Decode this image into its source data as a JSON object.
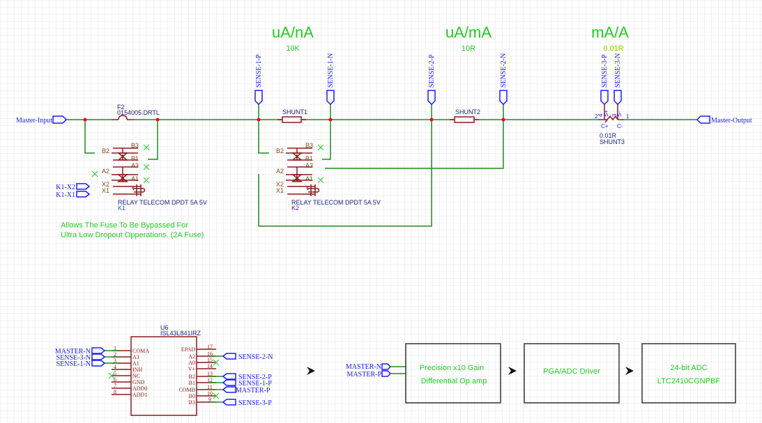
{
  "headers": [
    {
      "range": "uA/nA",
      "value": "10K"
    },
    {
      "range": "uA/mA",
      "value": "10R"
    },
    {
      "range": "mA/A",
      "value": "0.01R"
    }
  ],
  "nets": {
    "master_input": "Master-Input",
    "master_output": "Master-Output",
    "sense_1_p": "SENSE-1-P",
    "sense_1_n": "SENSE-1-N",
    "sense_2_p": "SENSE-2-P",
    "sense_2_n": "SENSE-2-N",
    "sense_3_p": "SENSE-3-P",
    "sense_3_n": "SENSE-3-N",
    "k1_x2": "K1-X2",
    "k1_x1": "K1-X1",
    "master_n": "MASTER-N",
    "master_p": "MASTER-P"
  },
  "fuse": {
    "ref": "F2",
    "part": "0154005.DRTL"
  },
  "shunts": {
    "s1": "SHUNT1",
    "s2": "SHUNT2",
    "s3_value": "0.01R",
    "s3": "SHUNT3",
    "s3_pins": {
      "p1": "1",
      "p2": "2",
      "p3": "3",
      "p4": "4",
      "cp": "C+",
      "cn": "C-",
      "sp": "S+",
      "sn": "S-"
    }
  },
  "relay": {
    "part": "RELAY TELECOM DPDT 5A 5V",
    "k1": "K1",
    "k2": "K2",
    "pins": {
      "b3": "B3",
      "b2": "B2",
      "b1": "B1",
      "a3": "A3",
      "a2": "A2",
      "a1": "A1",
      "x2": "X2",
      "x1": "X1"
    }
  },
  "note": {
    "line1": "Allows The Fuse To Be Bypassed For",
    "line2": "Ultra Low Dropout Opperations. (2A Fuse)"
  },
  "u6": {
    "ref": "U6",
    "part": "ISL43L841IRZ",
    "left_pins": [
      {
        "n": "1",
        "name": "COMA"
      },
      {
        "n": "2",
        "name": "A3"
      },
      {
        "n": "3",
        "name": "A1"
      },
      {
        "n": "4",
        "name": "INH"
      },
      {
        "n": "5",
        "name": "NC"
      },
      {
        "n": "6",
        "name": "GND"
      },
      {
        "n": "7",
        "name": "ADD0"
      },
      {
        "n": "8",
        "name": "ADD1"
      }
    ],
    "right_pins": [
      {
        "n": "17",
        "name": "EPAD"
      },
      {
        "n": "16",
        "name": "A2"
      },
      {
        "n": "15",
        "name": "A0"
      },
      {
        "n": "14",
        "name": "V+"
      },
      {
        "n": "13",
        "name": "B2"
      },
      {
        "n": "12",
        "name": "B1"
      },
      {
        "n": "11",
        "name": "COMB"
      },
      {
        "n": "10",
        "name": "B0"
      },
      {
        "n": "9",
        "name": "B3"
      }
    ]
  },
  "blocks": [
    {
      "line1": "Precision x10 Gain",
      "line2": "Differential Op amp"
    },
    {
      "line1": "PGA/ADC Driver",
      "line2": ""
    },
    {
      "line1": "24-bit ADC",
      "line2": "LTC2410CGNPBF"
    }
  ],
  "colors": {
    "wire": "#1e8c1e",
    "pin": "#8b1a1a",
    "net_flag": "#1a1aff",
    "annotation": "#22cc22",
    "junction": "#e01010"
  }
}
